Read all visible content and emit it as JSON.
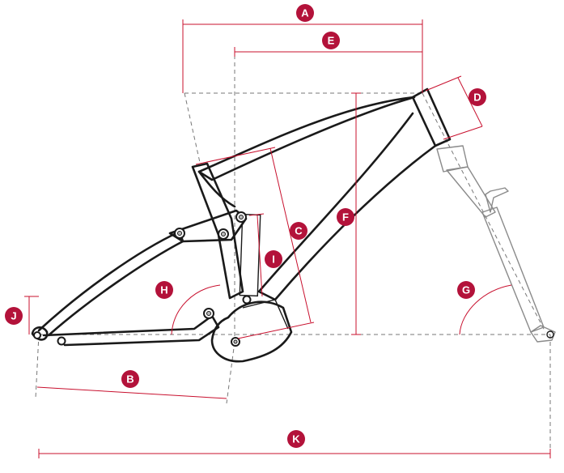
{
  "colors": {
    "marker": "#b3123a",
    "dimension_line": "#c8102e",
    "frame_stroke": "#1a1a1a",
    "fork_stroke": "#8a8a8a",
    "background": "#ffffff"
  },
  "markers": {
    "A": "A",
    "B": "B",
    "C": "C",
    "D": "D",
    "E": "E",
    "F": "F",
    "G": "G",
    "H": "H",
    "I": "I",
    "J": "J",
    "K": "K"
  }
}
